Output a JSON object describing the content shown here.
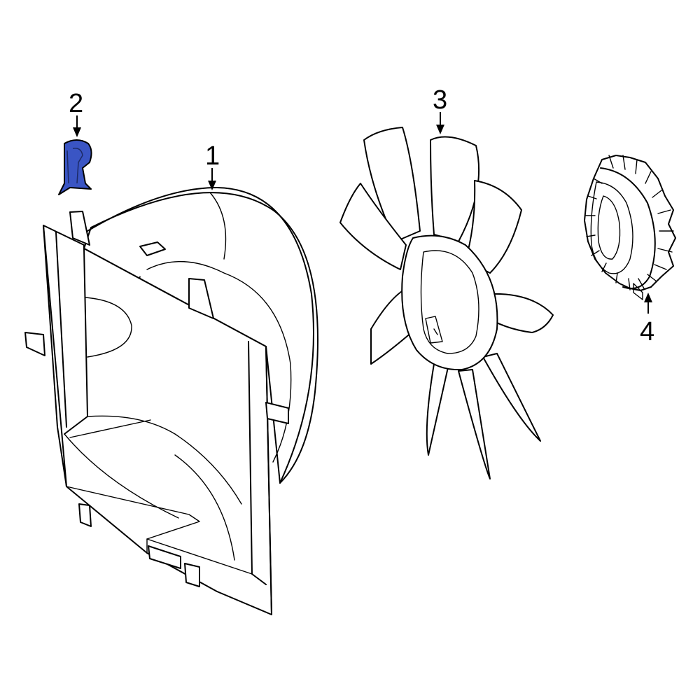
{
  "callouts": [
    {
      "id": "1",
      "label": "1"
    },
    {
      "id": "2",
      "label": "2"
    },
    {
      "id": "3",
      "label": "3"
    },
    {
      "id": "4",
      "label": "4"
    }
  ],
  "colors": {
    "highlight": "#3a55c4",
    "line": "#000000",
    "background": "#ffffff"
  },
  "highlighted_part": "2"
}
